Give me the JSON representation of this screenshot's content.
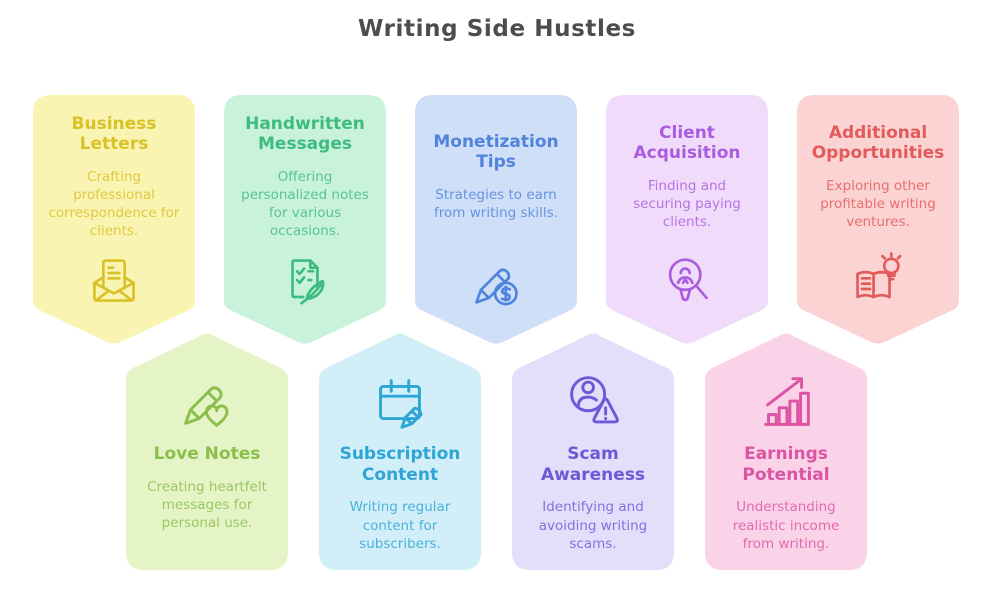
{
  "title": "Writing Side Hustles",
  "theme": {
    "background": "#ffffff",
    "title_color": "#4d4d4d"
  },
  "cards_top": [
    {
      "heading": "Business Letters",
      "description": "Crafting professional correspondence for clients.",
      "icon": "envelope-letter-icon",
      "bg": "#FAF4B2",
      "accent": "#D9C128"
    },
    {
      "heading": "Handwritten Messages",
      "description": "Offering personalized notes for various occasions.",
      "icon": "note-feather-icon",
      "bg": "#C8F2DA",
      "accent": "#3EBC80"
    },
    {
      "heading": "Monetization Tips",
      "description": "Strategies to earn from writing skills.",
      "icon": "pencil-dollar-icon",
      "bg": "#CFDFF8",
      "accent": "#4F83DC"
    },
    {
      "heading": "Client Acquisition",
      "description": "Finding and securing paying clients.",
      "icon": "client-search-icon",
      "bg": "#F0DCFA",
      "accent": "#AB5BDF"
    },
    {
      "heading": "Additional Opportunities",
      "description": "Exploring other profitable writing ventures.",
      "icon": "book-idea-icon",
      "bg": "#FBD3D3",
      "accent": "#E25A5A"
    }
  ],
  "cards_bottom": [
    {
      "heading": "Love Notes",
      "description": "Creating heartfelt messages for personal use.",
      "icon": "pencil-heart-icon",
      "bg": "#E4F4C6",
      "accent": "#8CBE4C"
    },
    {
      "heading": "Subscription Content",
      "description": "Writing regular content for subscribers.",
      "icon": "calendar-pencil-icon",
      "bg": "#D2EEF8",
      "accent": "#2DA5D5"
    },
    {
      "heading": "Scam Awareness",
      "description": "Identifying and avoiding writing scams.",
      "icon": "person-warning-icon",
      "bg": "#E3DEFA",
      "accent": "#6F58D8"
    },
    {
      "heading": "Earnings Potential",
      "description": "Understanding realistic income from writing.",
      "icon": "growth-chart-icon",
      "bg": "#FAD3E9",
      "accent": "#DC54A3"
    }
  ]
}
